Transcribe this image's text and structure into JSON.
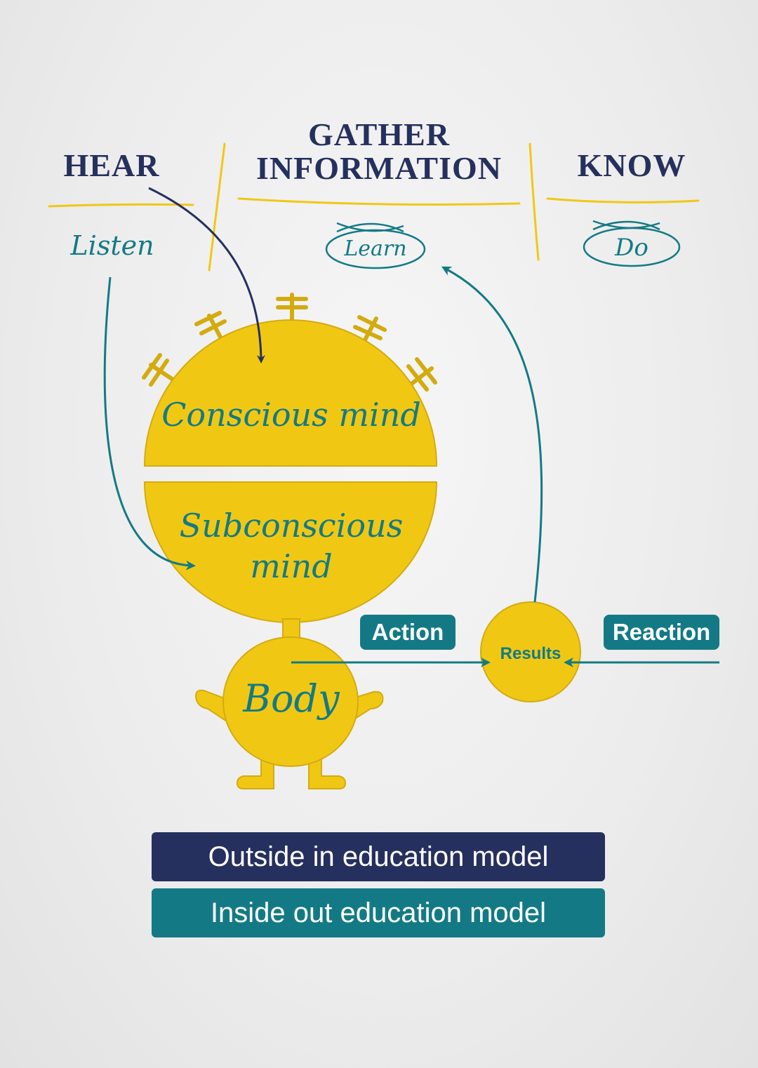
{
  "headers": {
    "hear": "HEAR",
    "gather_line1": "GATHER",
    "gather_line2": "INFORMATION",
    "know": "KNOW"
  },
  "sub_labels": {
    "listen": "Listen",
    "learn": "Learn",
    "do": "Do"
  },
  "figure": {
    "conscious": "Conscious mind",
    "subconscious_line1": "Subconscious",
    "subconscious_line2": "mind",
    "body": "Body"
  },
  "flow": {
    "action": "Action",
    "results": "Results",
    "reaction": "Reaction"
  },
  "legend": {
    "outside_in": "Outside in education model",
    "inside_out": "Inside out education model"
  },
  "colors": {
    "navy": "#26305e",
    "teal": "#137a85",
    "yellow": "#f0c814",
    "outline": "#c9a40a"
  }
}
